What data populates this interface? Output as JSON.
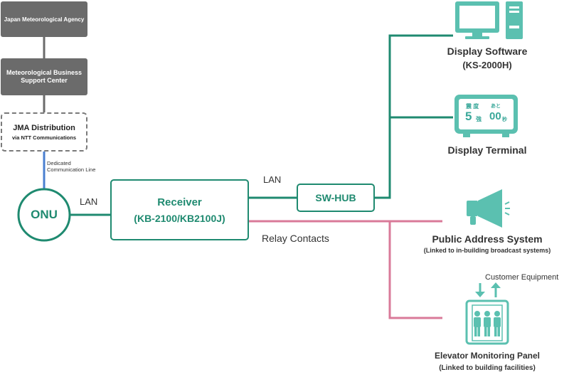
{
  "nodes": {
    "jma": "Japan Meteorological Agency",
    "mbsc": "Meteorological Business Support Center",
    "distribution_title": "JMA Distribution",
    "distribution_sub": "via NTT Communications",
    "onu": "ONU",
    "receiver_title": "Receiver",
    "receiver_model": "(KB-2100/KB2100J)",
    "hub": "SW-HUB"
  },
  "links": {
    "dedicated_line": "Dedicated\nCommunication Line",
    "lan_left": "LAN",
    "lan_right": "LAN",
    "relay": "Relay Contacts"
  },
  "devices": {
    "display_software": {
      "title": "Display Software",
      "sub": "(KS-2000H)"
    },
    "display_terminal": {
      "title": "Display Terminal",
      "screen_line1": "震 度",
      "screen_small1": "あと",
      "screen_big1": "5",
      "screen_small2": "強",
      "screen_big2": "00",
      "screen_small3": "秒"
    },
    "pa_system": {
      "title": "Public Address System",
      "sub": "(Linked to in-building broadcast systems)"
    },
    "customer_equipment": "Customer Equipment",
    "elevator": {
      "title": "Elevator Monitoring Panel",
      "sub": "(Linked to building facilities)"
    }
  },
  "colors": {
    "green": "#1f8a70",
    "teal_icon": "#5bc0b0",
    "pink": "#d97a99",
    "blue": "#4a7fd0",
    "gray": "#6b6b6b"
  }
}
